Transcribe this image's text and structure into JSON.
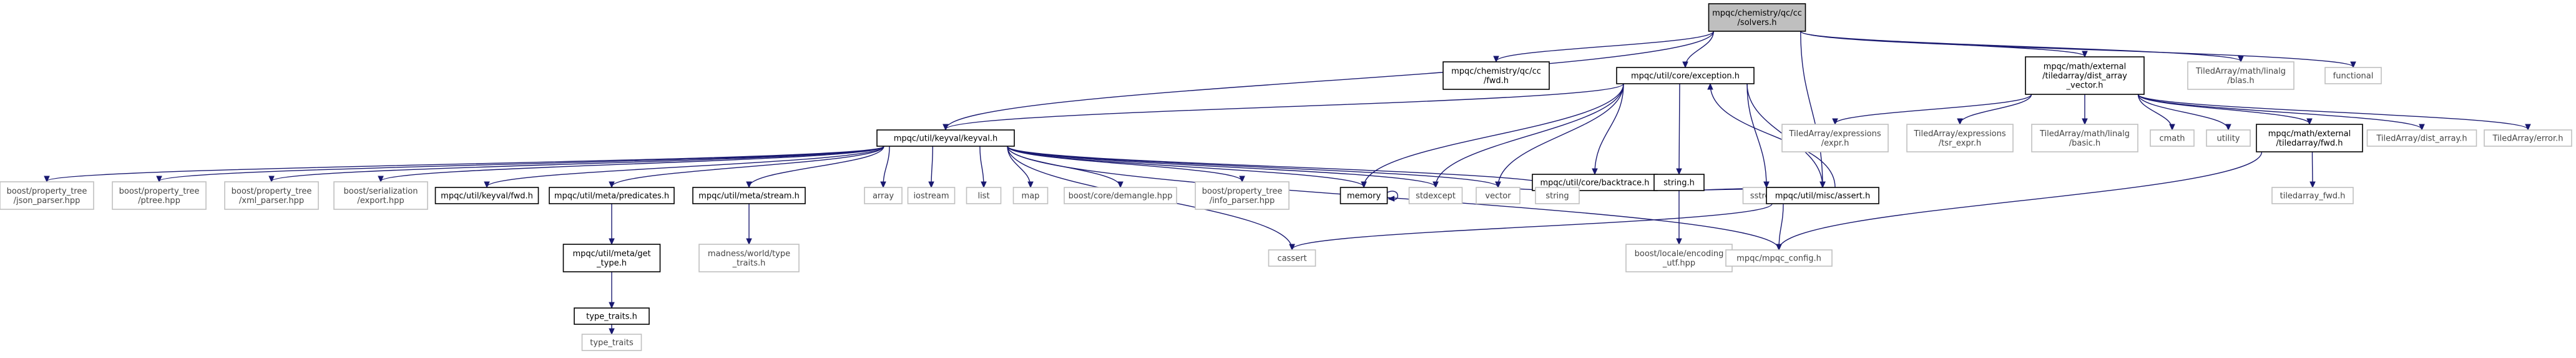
{
  "diagram": {
    "nodes": [
      {
        "id": "solvers",
        "lines": [
          "mpqc/chemistry/qc/cc",
          "/solvers.h"
        ],
        "kind": "root"
      },
      {
        "id": "fwd_cc",
        "lines": [
          "mpqc/chemistry/qc/cc",
          "/fwd.h"
        ],
        "kind": "internal"
      },
      {
        "id": "exception",
        "lines": [
          "mpqc/util/core/exception.h"
        ],
        "kind": "internal"
      },
      {
        "id": "dist_array",
        "lines": [
          "mpqc/math/external",
          "/tiledarray/dist_array",
          "_vector.h"
        ],
        "kind": "internal"
      },
      {
        "id": "blas",
        "lines": [
          "TiledArray/math/linalg",
          "/blas.h"
        ],
        "kind": "external"
      },
      {
        "id": "functional",
        "lines": [
          "functional"
        ],
        "kind": "external"
      },
      {
        "id": "keyval",
        "lines": [
          "mpqc/util/keyval/keyval.h"
        ],
        "kind": "internal"
      },
      {
        "id": "ta_expr",
        "lines": [
          "TiledArray/expressions",
          "/expr.h"
        ],
        "kind": "external"
      },
      {
        "id": "ta_tsr_expr",
        "lines": [
          "TiledArray/expressions",
          "/tsr_expr.h"
        ],
        "kind": "external"
      },
      {
        "id": "ta_basic",
        "lines": [
          "TiledArray/math/linalg",
          "/basic.h"
        ],
        "kind": "external"
      },
      {
        "id": "cmath",
        "lines": [
          "cmath"
        ],
        "kind": "external"
      },
      {
        "id": "utility",
        "lines": [
          "utility"
        ],
        "kind": "external"
      },
      {
        "id": "ta_fwd",
        "lines": [
          "mpqc/math/external",
          "/tiledarray/fwd.h"
        ],
        "kind": "internal"
      },
      {
        "id": "ta_dist_array",
        "lines": [
          "TiledArray/dist_array.h"
        ],
        "kind": "external"
      },
      {
        "id": "ta_error",
        "lines": [
          "TiledArray/error.h"
        ],
        "kind": "external"
      },
      {
        "id": "bpt_json",
        "lines": [
          "boost/property_tree",
          "/json_parser.hpp"
        ],
        "kind": "external"
      },
      {
        "id": "bpt_ptree",
        "lines": [
          "boost/property_tree",
          "/ptree.hpp"
        ],
        "kind": "external"
      },
      {
        "id": "bpt_xml",
        "lines": [
          "boost/property_tree",
          "/xml_parser.hpp"
        ],
        "kind": "external"
      },
      {
        "id": "bser_export",
        "lines": [
          "boost/serialization",
          "/export.hpp"
        ],
        "kind": "external"
      },
      {
        "id": "keyval_fwd",
        "lines": [
          "mpqc/util/keyval/fwd.h"
        ],
        "kind": "internal"
      },
      {
        "id": "predicates",
        "lines": [
          "mpqc/util/meta/predicates.h"
        ],
        "kind": "internal"
      },
      {
        "id": "meta_stream",
        "lines": [
          "mpqc/util/meta/stream.h"
        ],
        "kind": "internal"
      },
      {
        "id": "array",
        "lines": [
          "array"
        ],
        "kind": "external"
      },
      {
        "id": "iostream",
        "lines": [
          "iostream"
        ],
        "kind": "external"
      },
      {
        "id": "list",
        "lines": [
          "list"
        ],
        "kind": "external"
      },
      {
        "id": "map",
        "lines": [
          "map"
        ],
        "kind": "external"
      },
      {
        "id": "demangle",
        "lines": [
          "boost/core/demangle.hpp"
        ],
        "kind": "external"
      },
      {
        "id": "bpt_info",
        "lines": [
          "boost/property_tree",
          "/info_parser.hpp"
        ],
        "kind": "external"
      },
      {
        "id": "memory",
        "lines": [
          "memory"
        ],
        "kind": "internal"
      },
      {
        "id": "stdexcept",
        "lines": [
          "stdexcept"
        ],
        "kind": "external"
      },
      {
        "id": "vector",
        "lines": [
          "vector"
        ],
        "kind": "external"
      },
      {
        "id": "backtrace",
        "lines": [
          "mpqc/util/core/backtrace.h"
        ],
        "kind": "internal"
      },
      {
        "id": "string_h",
        "lines": [
          "string.h"
        ],
        "kind": "internal"
      },
      {
        "id": "string",
        "lines": [
          "string"
        ],
        "kind": "external"
      },
      {
        "id": "sstream",
        "lines": [
          "sstream"
        ],
        "kind": "external"
      },
      {
        "id": "assert",
        "lines": [
          "mpqc/util/misc/assert.h"
        ],
        "kind": "internal"
      },
      {
        "id": "tiledarray_fwd",
        "lines": [
          "tiledarray_fwd.h"
        ],
        "kind": "external"
      },
      {
        "id": "get_type",
        "lines": [
          "mpqc/util/meta/get",
          "_type.h"
        ],
        "kind": "internal"
      },
      {
        "id": "madness_traits",
        "lines": [
          "madness/world/type",
          "_traits.h"
        ],
        "kind": "external"
      },
      {
        "id": "locale_utf",
        "lines": [
          "boost/locale/encoding",
          "_utf.hpp"
        ],
        "kind": "external"
      },
      {
        "id": "cassert",
        "lines": [
          "cassert"
        ],
        "kind": "external"
      },
      {
        "id": "mpqc_config",
        "lines": [
          "mpqc/mpqc_config.h"
        ],
        "kind": "external"
      },
      {
        "id": "type_traits_h",
        "lines": [
          "type_traits.h"
        ],
        "kind": "internal"
      },
      {
        "id": "type_traits",
        "lines": [
          "type_traits"
        ],
        "kind": "external"
      }
    ],
    "edges": [
      [
        "solvers",
        "fwd_cc"
      ],
      [
        "solvers",
        "exception"
      ],
      [
        "solvers",
        "dist_array"
      ],
      [
        "solvers",
        "blas"
      ],
      [
        "solvers",
        "functional"
      ],
      [
        "solvers",
        "keyval"
      ],
      [
        "solvers",
        "assert"
      ],
      [
        "exception",
        "keyval"
      ],
      [
        "exception",
        "memory"
      ],
      [
        "exception",
        "stdexcept"
      ],
      [
        "exception",
        "vector"
      ],
      [
        "exception",
        "backtrace"
      ],
      [
        "exception",
        "string_h"
      ],
      [
        "exception",
        "sstream"
      ],
      [
        "exception",
        "assert"
      ],
      [
        "dist_array",
        "ta_expr"
      ],
      [
        "dist_array",
        "ta_tsr_expr"
      ],
      [
        "dist_array",
        "ta_basic"
      ],
      [
        "dist_array",
        "cmath"
      ],
      [
        "dist_array",
        "utility"
      ],
      [
        "dist_array",
        "ta_fwd"
      ],
      [
        "dist_array",
        "ta_dist_array"
      ],
      [
        "dist_array",
        "ta_error"
      ],
      [
        "keyval",
        "bpt_json"
      ],
      [
        "keyval",
        "bpt_ptree"
      ],
      [
        "keyval",
        "bpt_xml"
      ],
      [
        "keyval",
        "bser_export"
      ],
      [
        "keyval",
        "keyval_fwd"
      ],
      [
        "keyval",
        "predicates"
      ],
      [
        "keyval",
        "meta_stream"
      ],
      [
        "keyval",
        "array"
      ],
      [
        "keyval",
        "iostream"
      ],
      [
        "keyval",
        "list"
      ],
      [
        "keyval",
        "map"
      ],
      [
        "keyval",
        "demangle"
      ],
      [
        "keyval",
        "bpt_info"
      ],
      [
        "keyval",
        "memory"
      ],
      [
        "keyval",
        "stdexcept"
      ],
      [
        "keyval",
        "vector"
      ],
      [
        "keyval",
        "string"
      ],
      [
        "keyval",
        "cassert"
      ],
      [
        "keyval",
        "mpqc_config"
      ],
      [
        "memory",
        "memory"
      ],
      [
        "backtrace",
        "vector"
      ],
      [
        "backtrace",
        "string"
      ],
      [
        "string_h",
        "string"
      ],
      [
        "string_h",
        "locale_utf"
      ],
      [
        "string_h",
        "sstream"
      ],
      [
        "string_h",
        "assert"
      ],
      [
        "assert",
        "exception"
      ],
      [
        "assert",
        "cassert"
      ],
      [
        "assert",
        "mpqc_config"
      ],
      [
        "ta_fwd",
        "tiledarray_fwd"
      ],
      [
        "ta_fwd",
        "mpqc_config"
      ],
      [
        "predicates",
        "get_type"
      ],
      [
        "get_type",
        "type_traits_h"
      ],
      [
        "type_traits_h",
        "type_traits"
      ],
      [
        "meta_stream",
        "madness_traits"
      ]
    ]
  }
}
